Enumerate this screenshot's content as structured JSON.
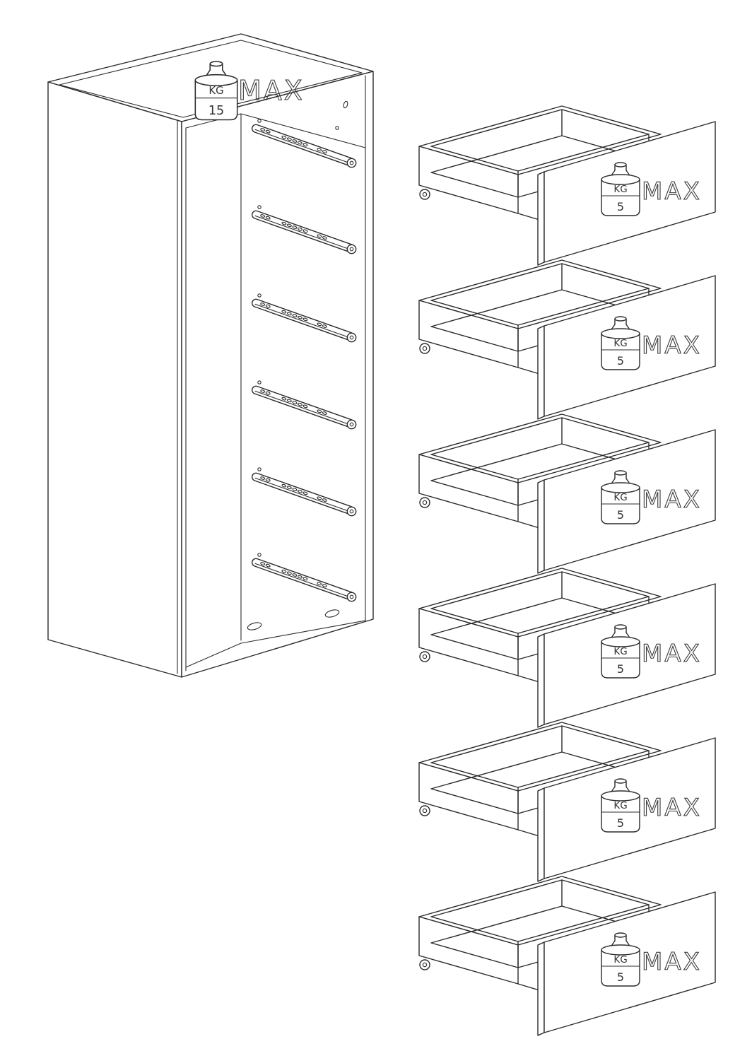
{
  "diagram": {
    "cabinet": {
      "max_load": {
        "unit": "KG",
        "value": "15",
        "qualifier": "MAX"
      }
    },
    "drawers": [
      {
        "max_load": {
          "unit": "KG",
          "value": "5",
          "qualifier": "MAX"
        }
      },
      {
        "max_load": {
          "unit": "KG",
          "value": "5",
          "qualifier": "MAX"
        }
      },
      {
        "max_load": {
          "unit": "KG",
          "value": "5",
          "qualifier": "MAX"
        }
      },
      {
        "max_load": {
          "unit": "KG",
          "value": "5",
          "qualifier": "MAX"
        }
      },
      {
        "max_load": {
          "unit": "KG",
          "value": "5",
          "qualifier": "MAX"
        }
      },
      {
        "max_load": {
          "unit": "KG",
          "value": "5",
          "qualifier": "MAX"
        }
      }
    ],
    "colors": {
      "background": "#ffffff",
      "line": "#2b2b2b",
      "label": "#3a3a3a"
    }
  }
}
